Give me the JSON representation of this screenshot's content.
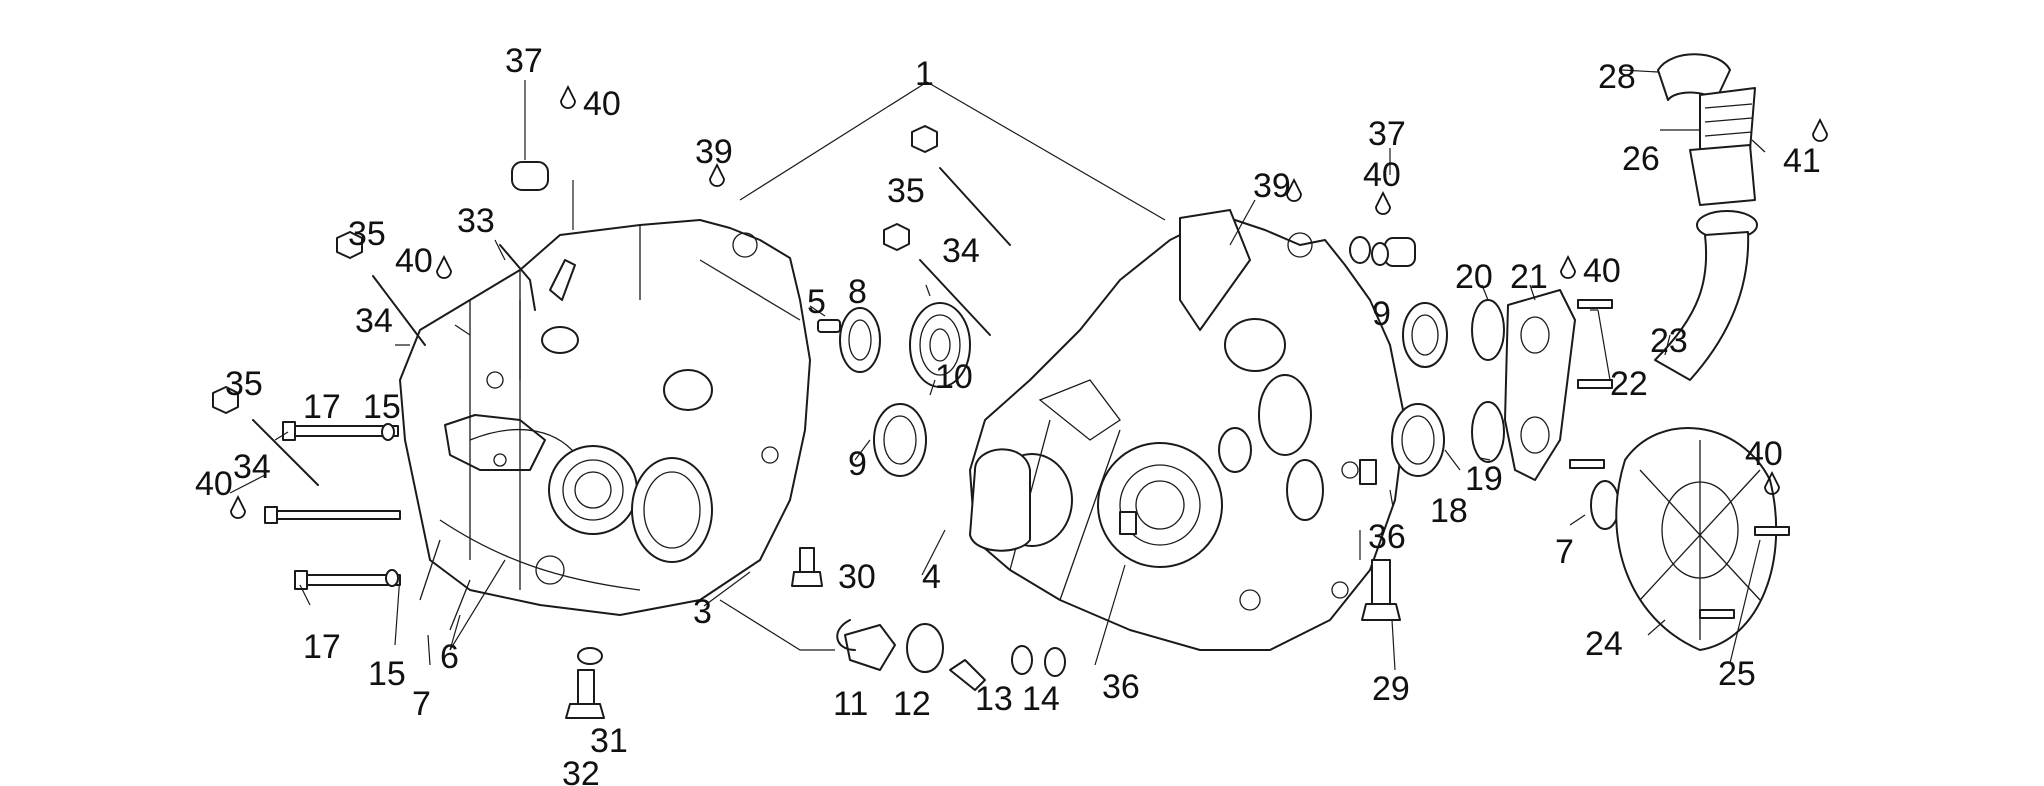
{
  "callouts": {
    "c1": "1",
    "c3": "3",
    "c4": "4",
    "c5": "5",
    "c6": "6",
    "c7a": "7",
    "c7b": "7",
    "c8": "8",
    "c9a": "9",
    "c9b": "9",
    "c10": "10",
    "c11": "11",
    "c12": "12",
    "c13": "13",
    "c14": "14",
    "c15a": "15",
    "c15b": "15",
    "c17a": "17",
    "c17b": "17",
    "c18": "18",
    "c19": "19",
    "c20": "20",
    "c21": "21",
    "c22": "22",
    "c23": "23",
    "c24": "24",
    "c25": "25",
    "c26": "26",
    "c28": "28",
    "c29": "29",
    "c30": "30",
    "c31": "31",
    "c32": "32",
    "c33": "33",
    "c34a": "34",
    "c34b": "34",
    "c34c": "34",
    "c35a": "35",
    "c35b": "35",
    "c35c": "35",
    "c36a": "36",
    "c36b": "36",
    "c37a": "37",
    "c37b": "37",
    "c39a": "39",
    "c39b": "39",
    "c40a": "40",
    "c40b": "40",
    "c40c": "40",
    "c40d": "40",
    "c40e": "40",
    "c40f": "40",
    "c41": "41"
  }
}
